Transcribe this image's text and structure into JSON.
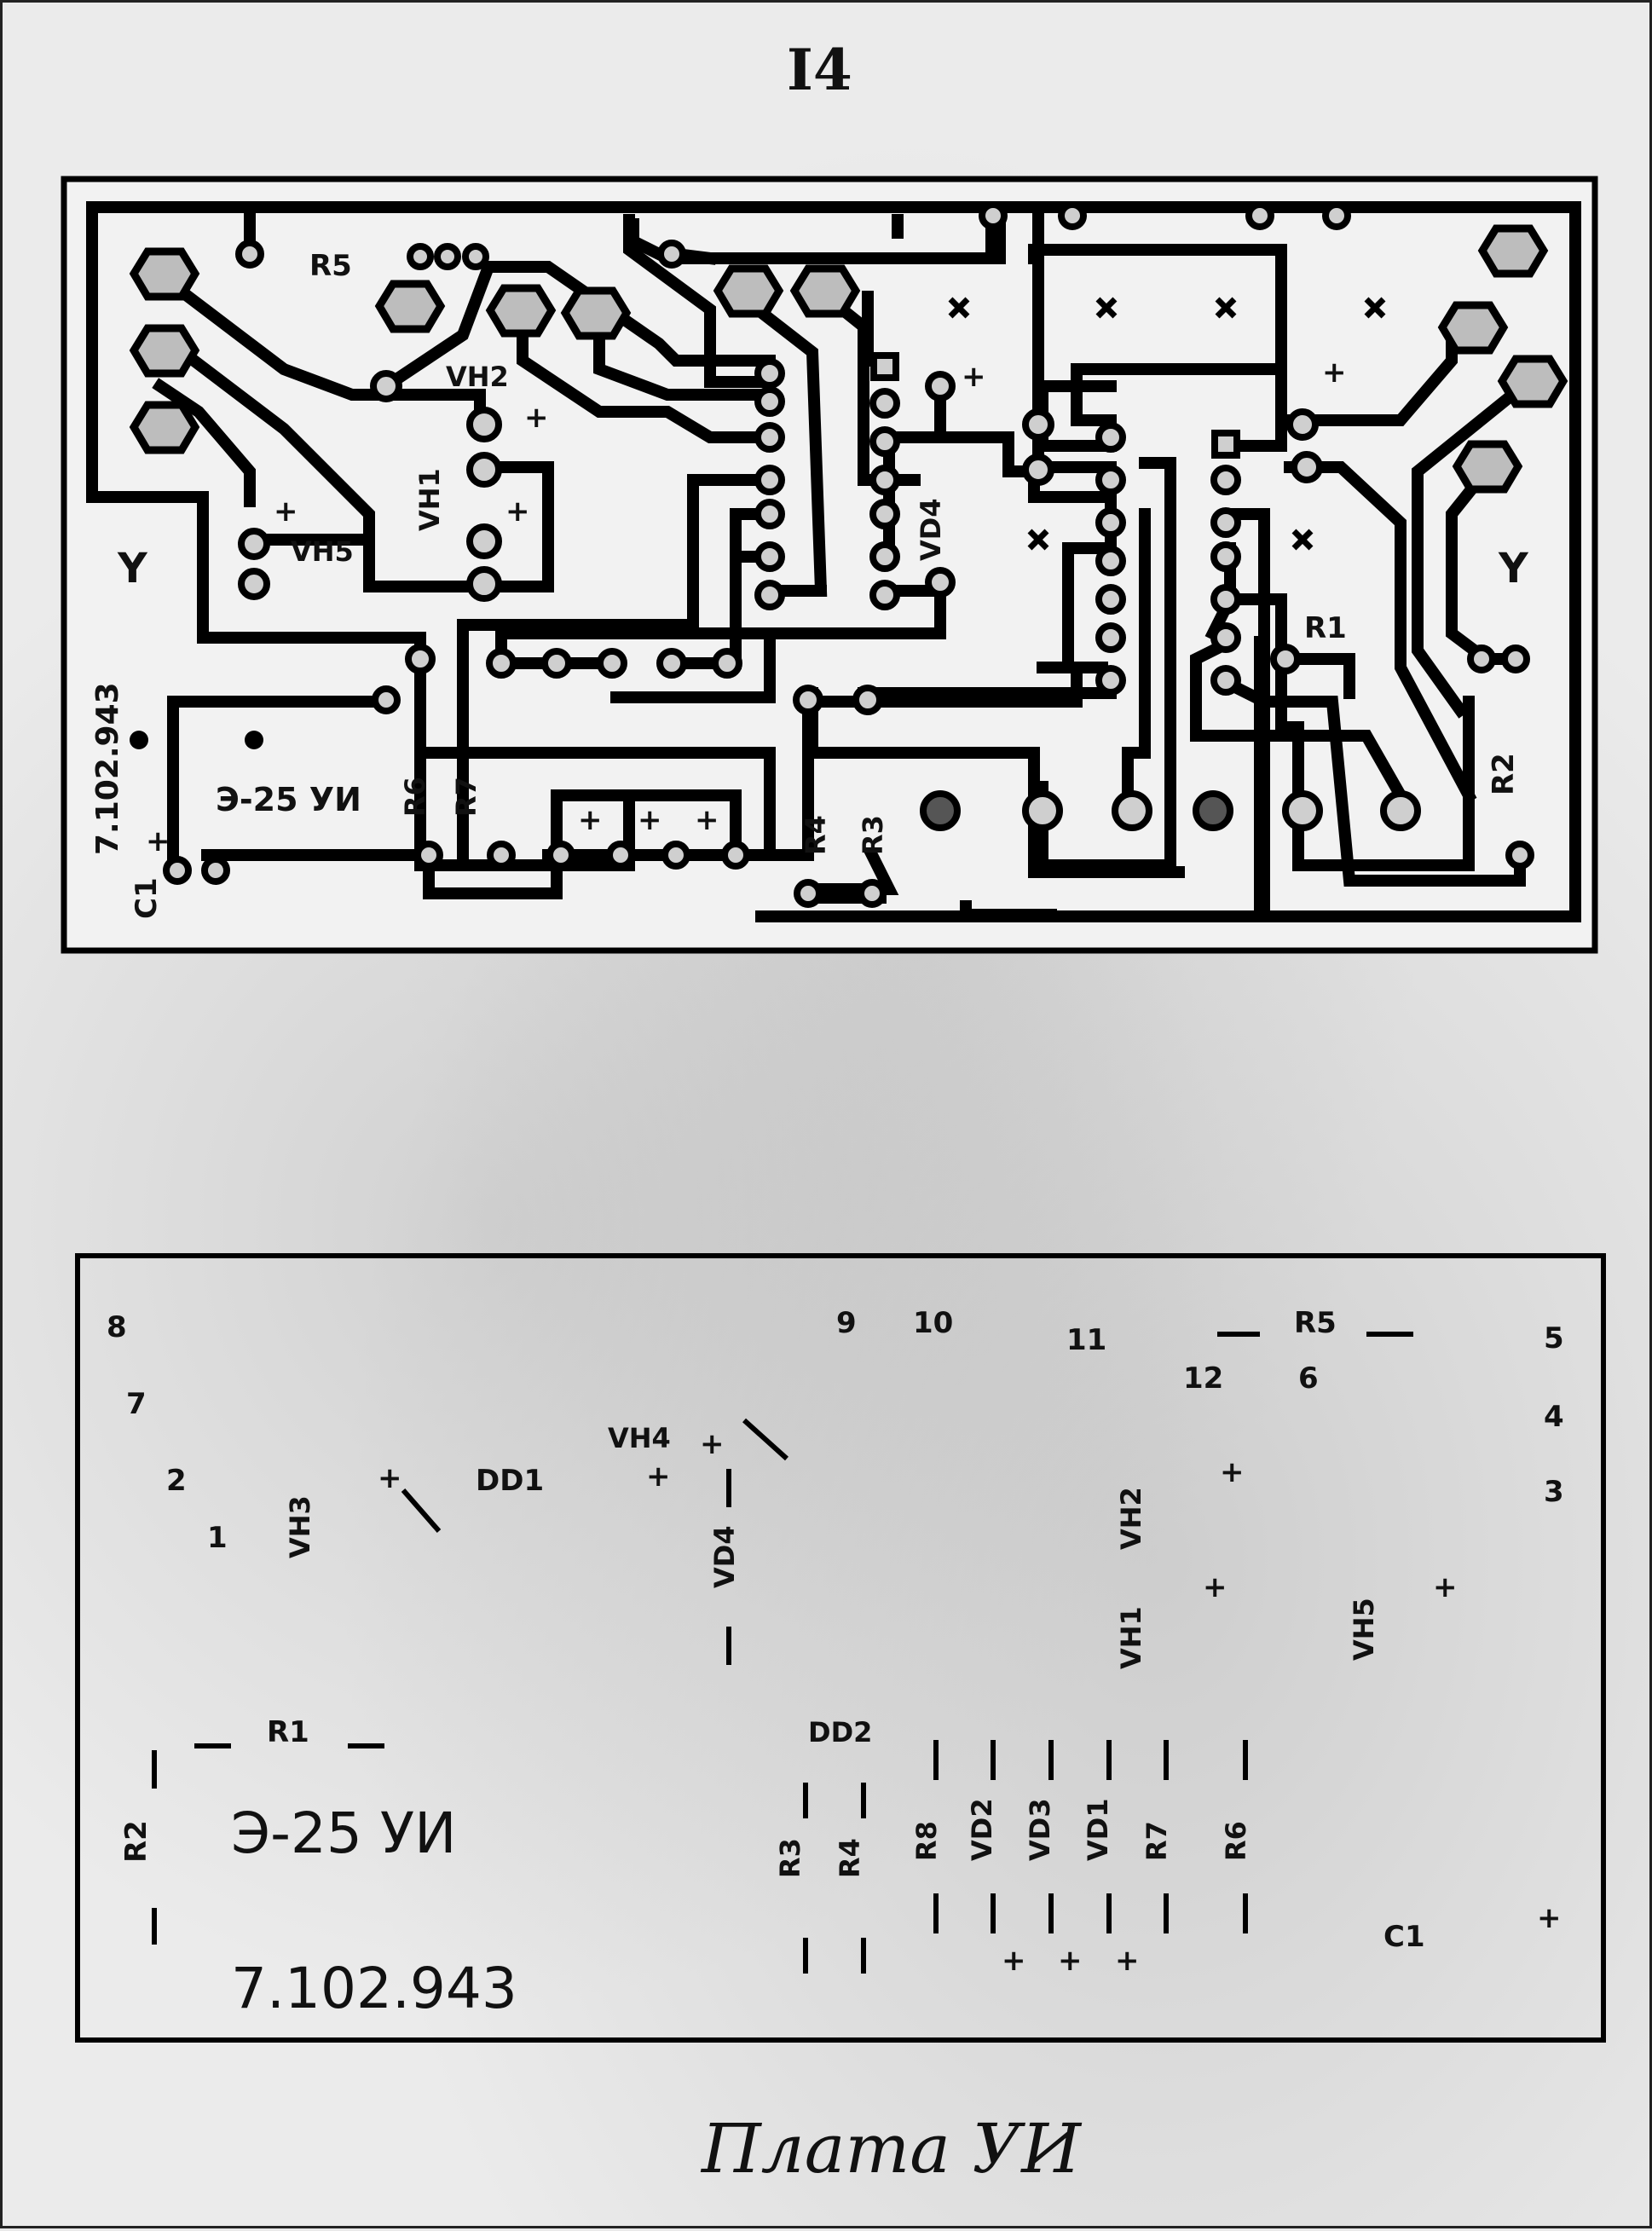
{
  "page_number": "I4",
  "caption": "Плата УИ",
  "pcb": {
    "labels": {
      "r5": "R5",
      "uh2": "VH2",
      "uh1": "VH1",
      "uh5": "VH5",
      "vd4": "VD4",
      "r1": "R1",
      "r2": "R2",
      "r3": "R3",
      "r4": "R4",
      "r6": "R6",
      "r7": "R7",
      "c1": "C1",
      "code": "7.102.943",
      "board": "Э-25  УИ",
      "plus": "+",
      "ymark": "Y"
    }
  },
  "silkscreen": {
    "pins": [
      "8",
      "7",
      "2",
      "1",
      "9",
      "10",
      "11",
      "12",
      "6",
      "5",
      "4",
      "3"
    ],
    "labels": {
      "r5": "R5",
      "uh3": "VH3",
      "dd1": "DD1",
      "uh4": "VH4",
      "vd4": "VD4",
      "uh2": "VH2",
      "uh1": "VH1",
      "uh5": "VH5",
      "r1": "R1",
      "r2": "R2",
      "dd2": "DD2",
      "r3": "R3",
      "r4": "R4",
      "r8": "R8",
      "vd2": "VD2",
      "vd3": "VD3",
      "vd1": "VD1",
      "r7": "R7",
      "r6": "R6",
      "c1": "C1",
      "board": "Э-25  УИ",
      "code": "7.102.943",
      "plus": "+"
    }
  }
}
